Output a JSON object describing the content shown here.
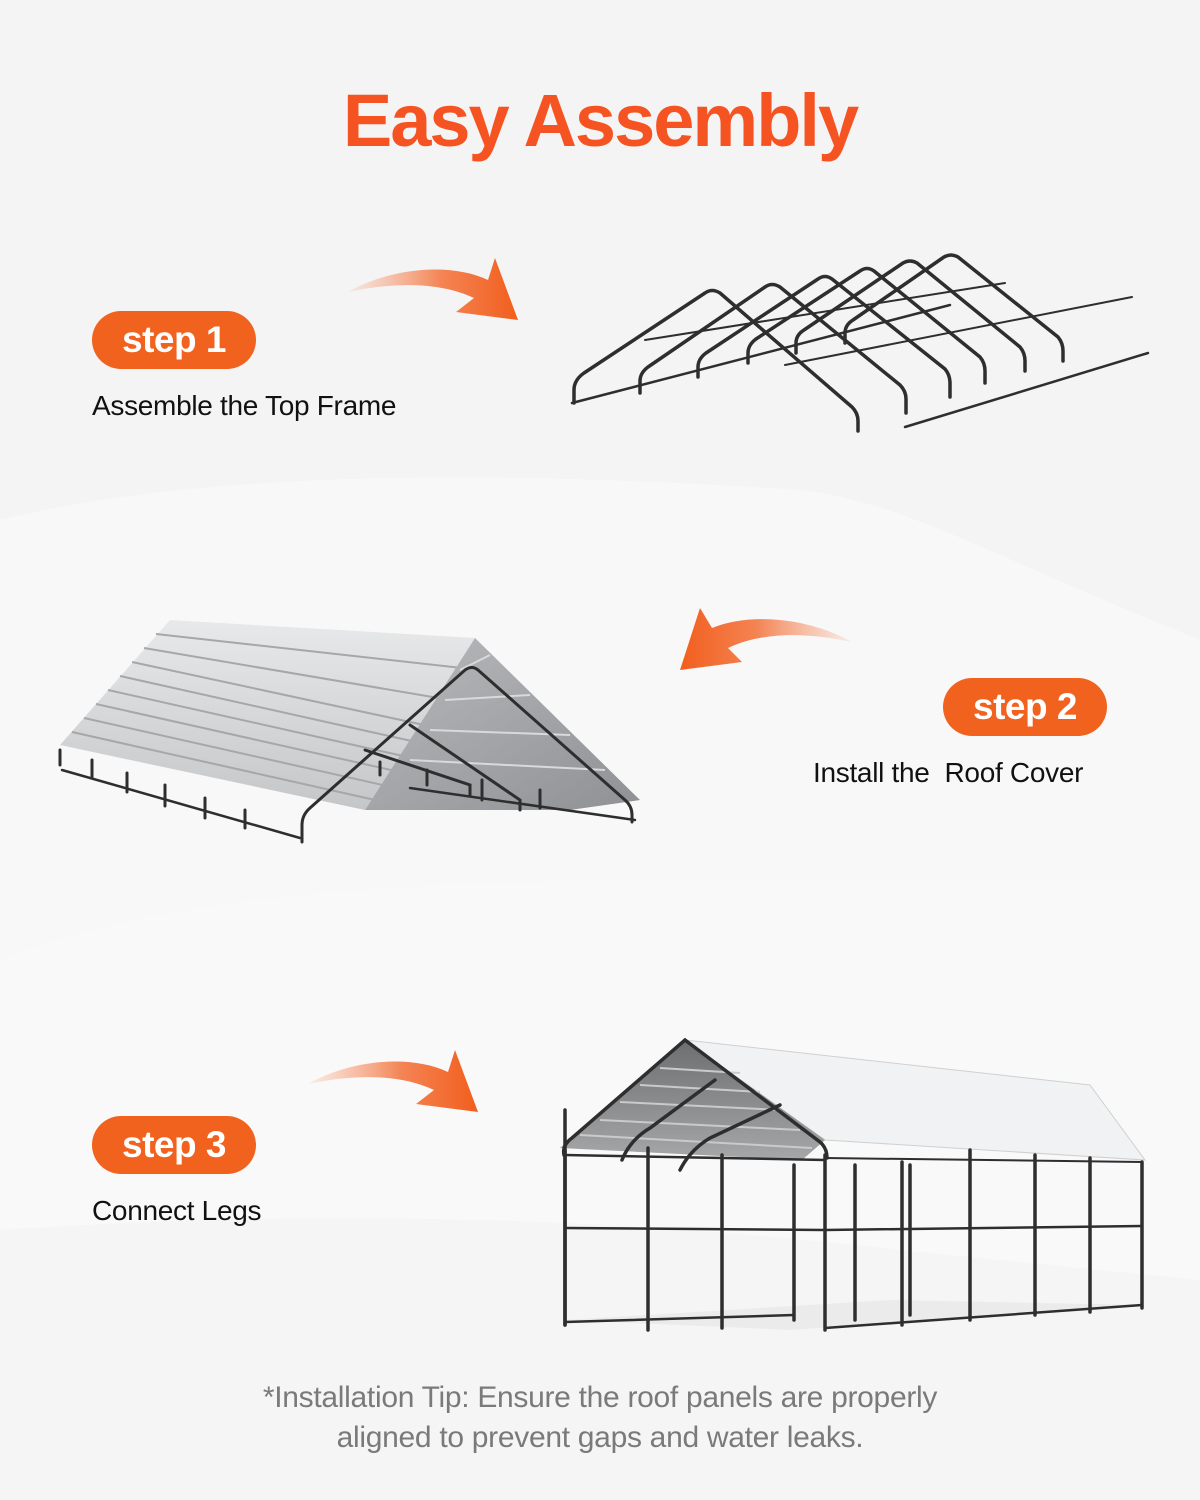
{
  "title": "Easy Assembly",
  "colors": {
    "accent": "#f55422",
    "pill_bg": "#f2621f",
    "pill_text": "#ffffff",
    "caption_text": "#111111",
    "tip_text": "#7a7a7a",
    "background": "#f4f4f4",
    "frame_metal": "#2e2e2e",
    "roof_panel": "#c9cbcd"
  },
  "steps": [
    {
      "badge": "step 1",
      "caption": "Assemble the Top Frame",
      "illustration": "top-frame-illustration",
      "arrow": "curved-arrow-right-icon"
    },
    {
      "badge": "step 2",
      "caption": "Install the  Roof Cover",
      "illustration": "roof-cover-illustration",
      "arrow": "curved-arrow-left-icon"
    },
    {
      "badge": "step 3",
      "caption": "Connect Legs",
      "illustration": "finished-carport-illustration",
      "arrow": "curved-arrow-right-icon"
    }
  ],
  "tip": {
    "line1": "*Installation Tip: Ensure the roof panels are properly",
    "line2": "aligned to prevent gaps and water leaks."
  }
}
